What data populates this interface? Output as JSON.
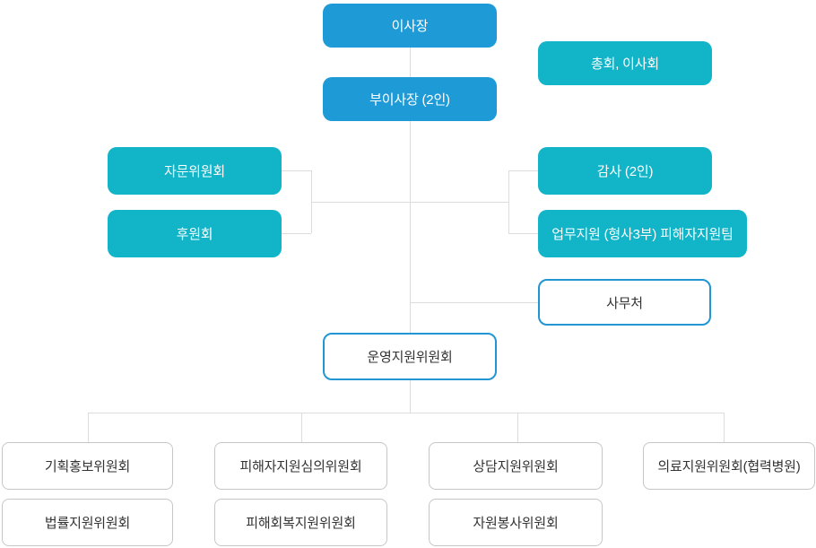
{
  "colors": {
    "primary_blue": "#1E9BD6",
    "teal": "#12B4C8",
    "outline_blue_border": "#2196D3",
    "gray_border": "#C6C6C6",
    "connector_line": "#DCDCDC",
    "dark_text": "#333333"
  },
  "org_chart": {
    "chairman": "이사장",
    "vice_chairman": "부이사장 (2인)",
    "general_assembly": "총회, 이사회",
    "advisory_committee": "자문위원회",
    "supporters_association": "후원회",
    "auditors": "감사 (2인)",
    "work_support_team": "업무지원 (형사3부) 피해자지원팀",
    "secretariat": "사무처",
    "operation_support_committee": "운영지원위원회",
    "committees": {
      "planning_pr": "기획홍보위원회",
      "victim_support_review": "피해자지원심의위원회",
      "counseling_support": "상담지원위원회",
      "medical_support": "의료지원위원회(협력병원)",
      "legal_support": "법률지원위원회",
      "recovery_support": "피해회복지원위원회",
      "volunteer": "자원봉사위원회"
    }
  }
}
